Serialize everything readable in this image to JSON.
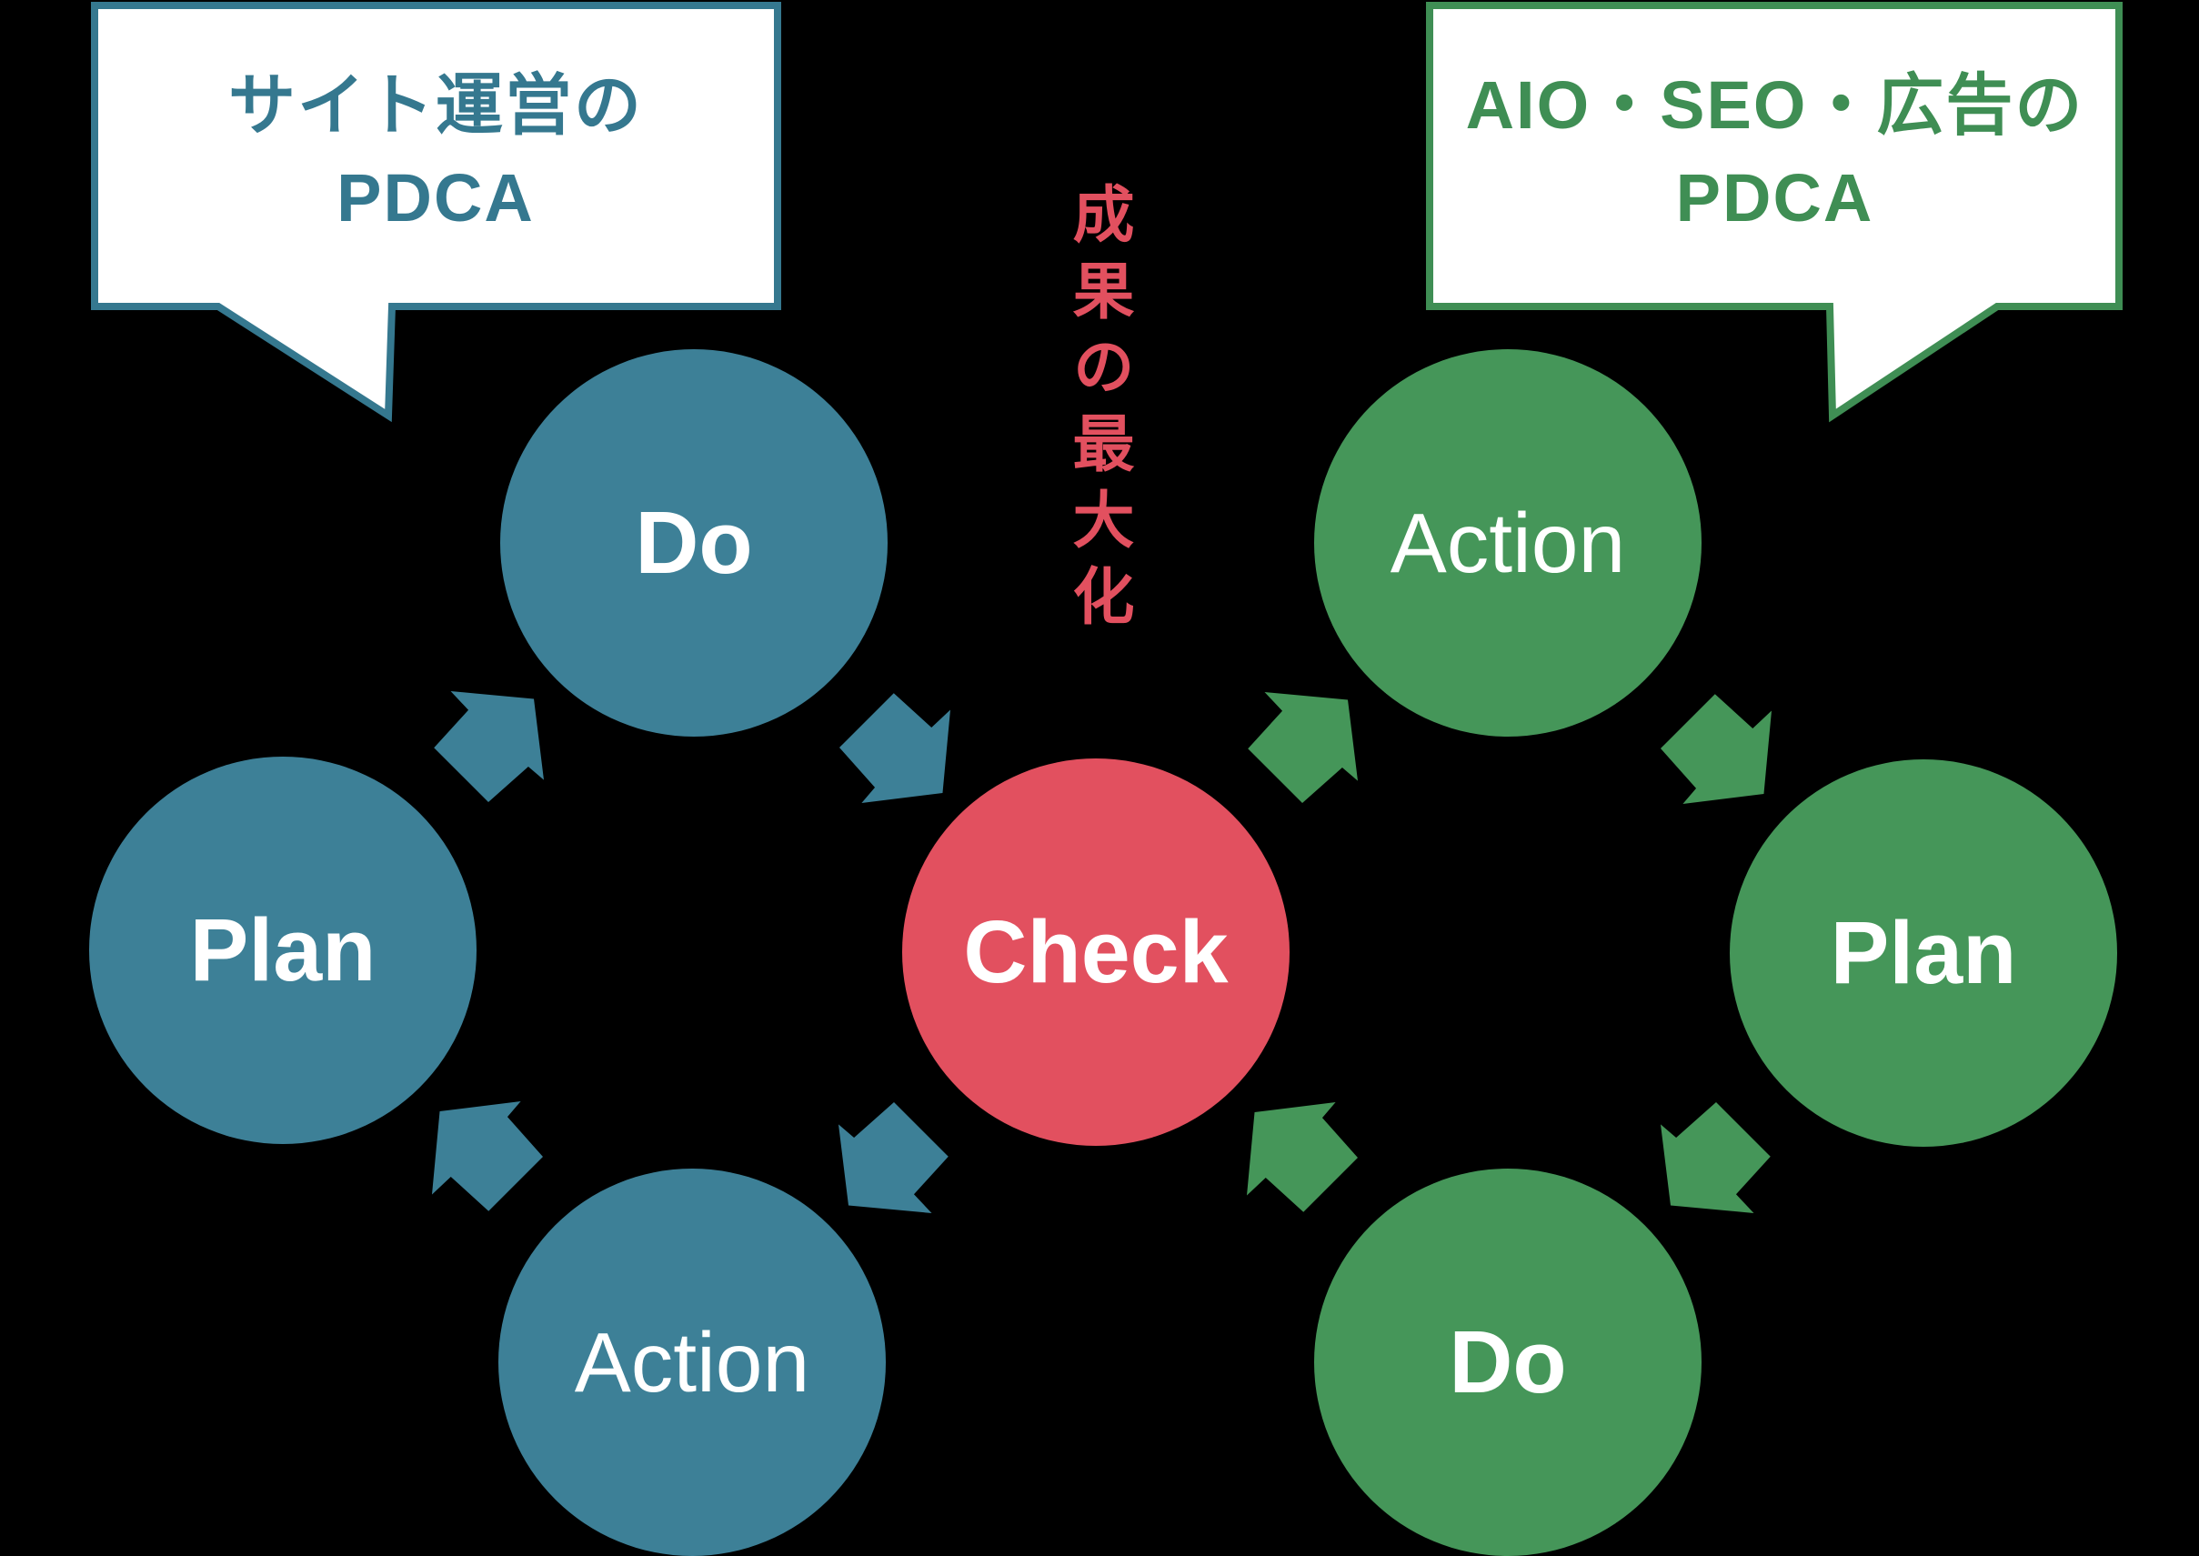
{
  "diagram": {
    "title_context": "PDCA cycles diagram",
    "background_color": "#000000",
    "colors": {
      "teal": "#3D8097",
      "green": "#459659",
      "red": "#E2505F",
      "text_on_circle": "#FFFFFF",
      "bubble_fill": "#FFFFFF"
    },
    "callouts": {
      "left": {
        "line1": "サイト運営の",
        "line2": "PDCA"
      },
      "right": {
        "line1": "AIO・SEO・広告の",
        "line2": "PDCA"
      }
    },
    "center_label": "成果の最大化",
    "cycles": {
      "site": {
        "color": "#3D8097",
        "top": "Do",
        "left": "Plan",
        "bottom": "Action"
      },
      "marketing": {
        "color": "#459659",
        "top": "Action",
        "right": "Plan",
        "bottom": "Do"
      }
    },
    "shared": {
      "center": "Check"
    }
  }
}
